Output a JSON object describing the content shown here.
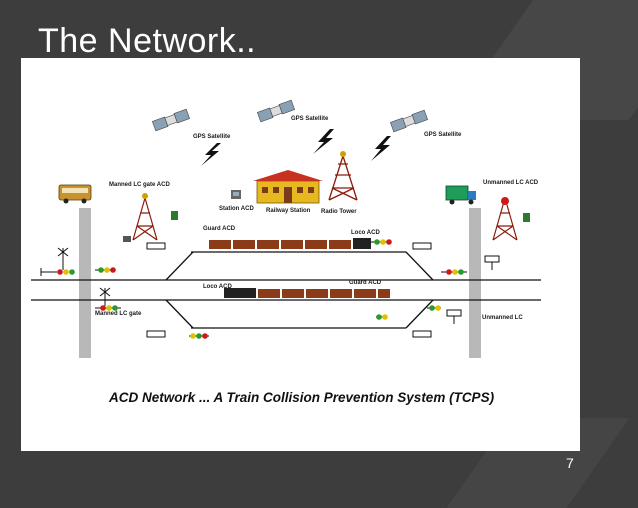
{
  "slide": {
    "title": "The Network..",
    "page_number": "7"
  },
  "diagram": {
    "labels": {
      "gps_satellite_1": "GPS Satellite",
      "gps_satellite_2": "GPS Satellite",
      "gps_satellite_3": "GPS Satellite",
      "manned_lc_gate_acd": "Manned LC gate ACD",
      "unmanned_lc_acd": "Unmanned LC ACD",
      "station_acd": "Station ACD",
      "railway_station": "Railway Station",
      "radio_tower": "Radio Tower",
      "guard_acd_top": "Guard ACD",
      "loco_acd_top": "Loco ACD",
      "loco_acd_mid": "Loco ACD",
      "guard_acd_mid": "Guard ACD",
      "manned_lc_gate": "Manned LC gate",
      "unmanned_lc": "Unmanned LC"
    },
    "caption": "ACD Network ... A Train Collision Prevention System (TCPS)"
  }
}
